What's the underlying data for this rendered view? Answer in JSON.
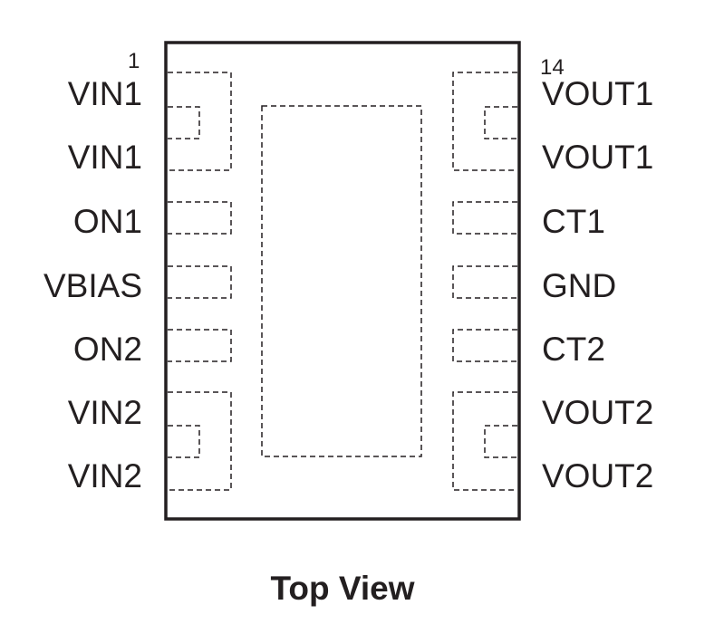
{
  "diagram": {
    "left_pins": [
      {
        "number": "1",
        "label": "VIN1"
      },
      {
        "label": "VIN1"
      },
      {
        "label": "ON1"
      },
      {
        "label": "VBIAS"
      },
      {
        "label": "ON2"
      },
      {
        "label": "VIN2"
      },
      {
        "label": "VIN2"
      }
    ],
    "right_pins": [
      {
        "number": "14",
        "label": "VOUT1"
      },
      {
        "label": "VOUT1"
      },
      {
        "label": "CT1"
      },
      {
        "label": "GND"
      },
      {
        "label": "CT2"
      },
      {
        "label": "VOUT2"
      },
      {
        "label": "VOUT2"
      }
    ],
    "caption": "Top View",
    "line_color": "#231f20"
  }
}
